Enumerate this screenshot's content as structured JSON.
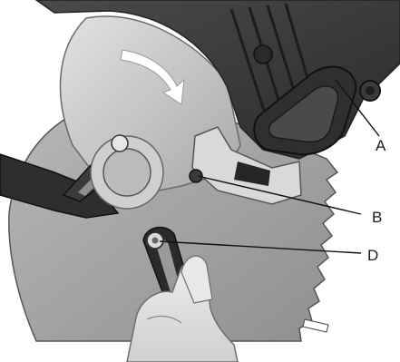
{
  "illustration": {
    "subject": "saw-blade-guard-assembly",
    "callouts": [
      {
        "id": "A",
        "label": "A"
      },
      {
        "id": "B",
        "label": "B"
      },
      {
        "id": "D",
        "label": "D"
      }
    ]
  },
  "colors": {
    "housing_dark": "#3a3a3c",
    "guard_light": "#c9c9cb",
    "blade_mid": "#a9a9ab",
    "metal": "#bdbdbf",
    "leader": "#111111"
  }
}
